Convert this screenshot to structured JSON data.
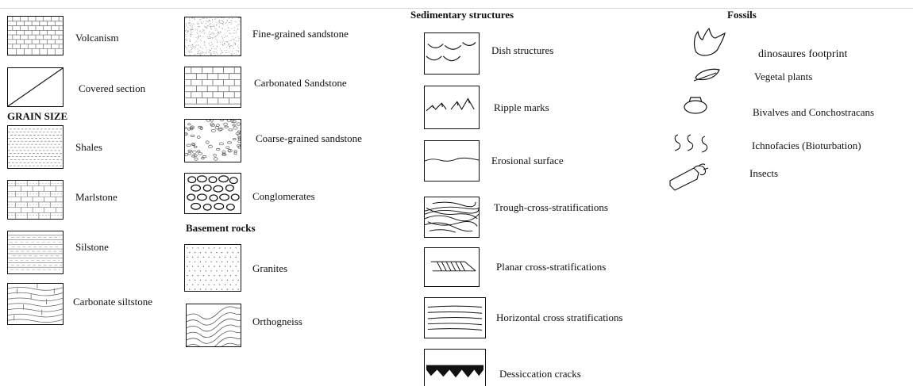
{
  "legend": {
    "col1": {
      "volcanism": "Volcanism",
      "covered_section": "Covered section",
      "grain_size_heading": "GRAIN SIZE",
      "shales": "Shales",
      "marlstone": "Marlstone",
      "silstone": "Silstone",
      "carbonate_siltstone": "Carbonate siltstone"
    },
    "col2": {
      "fine_sandstone": "Fine-grained sandstone",
      "carbonated_sandstone": "Carbonated Sandstone",
      "coarse_sandstone": "Coarse-grained sandstone",
      "conglomerates": "Conglomerates",
      "basement_heading": "Basement rocks",
      "granites": "Granites",
      "orthogneiss": "Orthogneiss"
    },
    "sedimentary": {
      "heading": "Sedimentary structures",
      "dish": "Dish structures",
      "ripple": "Ripple marks",
      "erosional": "Erosional surface",
      "trough": "Trough-cross-stratifications",
      "planar": "Planar cross-stratifications",
      "horizontal": "Horizontal cross stratifications",
      "dessiccation": "Dessiccation cracks"
    },
    "fossils": {
      "heading": "Fossils",
      "dino": "dinosaures footprint",
      "vegetal": "Vegetal plants",
      "bivalves": "Bivalves  and  Conchostracans",
      "ichno": "Ichnofacies (Bioturbation)",
      "insects": "Insects"
    }
  },
  "colors": {
    "ink": "#111111",
    "rule": "#d8d8d8"
  }
}
